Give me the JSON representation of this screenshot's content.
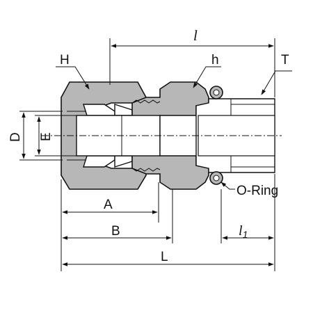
{
  "diagram": {
    "labels": {
      "H": "H",
      "h": "h",
      "T": "T",
      "l": "l",
      "D": "D",
      "E": "E",
      "A": "A",
      "B": "B",
      "L": "L",
      "l1": "l",
      "l1_sub": "1",
      "oring": "O-Ring"
    },
    "colors": {
      "fill": "#b7b7b7",
      "line": "#111111"
    }
  }
}
